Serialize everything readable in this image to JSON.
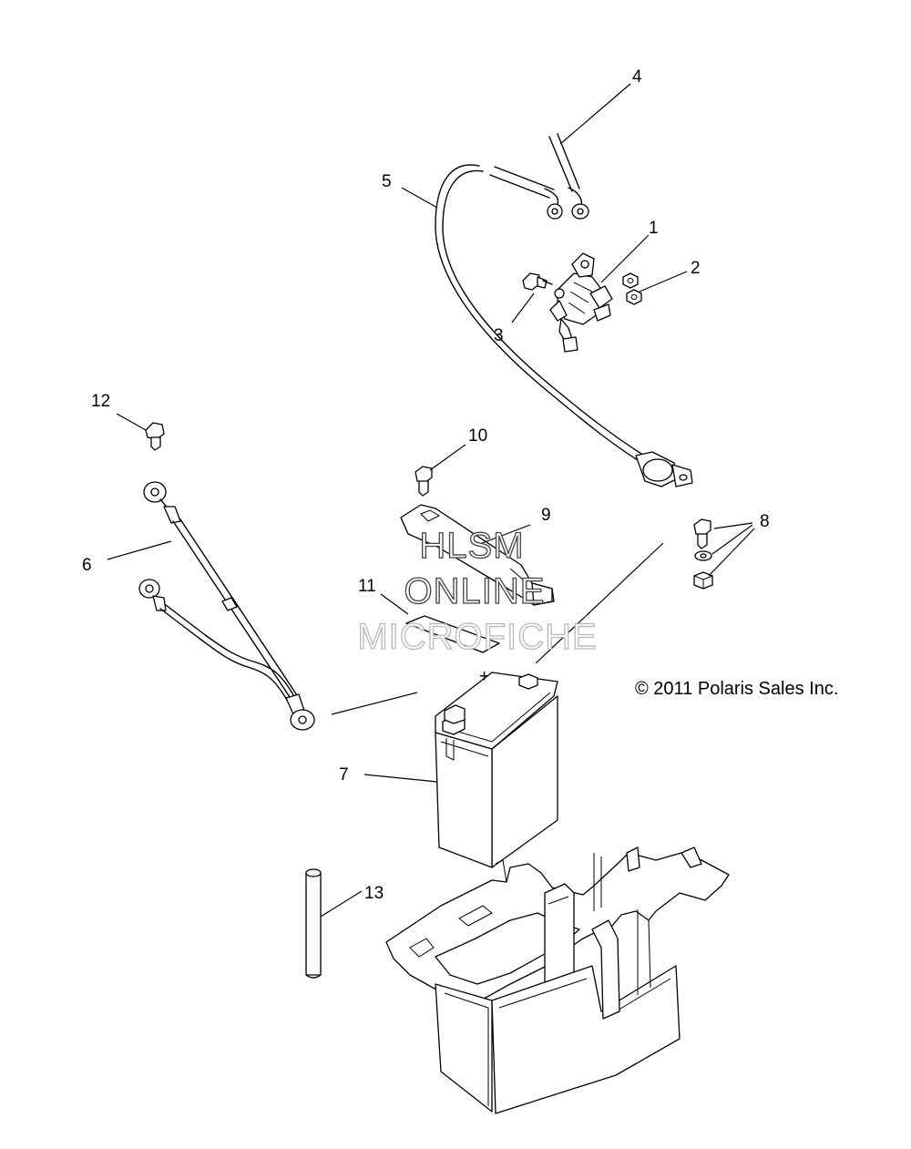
{
  "callouts": {
    "c1": "1",
    "c2": "2",
    "c3": "3",
    "c4": "4",
    "c5": "5",
    "c6": "6",
    "c7": "7",
    "c8": "8",
    "c9": "9",
    "c10": "10",
    "c11": "11",
    "c12": "12",
    "c13": "13"
  },
  "copyright": "© 2011 Polaris Sales Inc.",
  "watermark": {
    "line1": "HLSM",
    "line2": "ONLINE",
    "line3": "MICROFICHE"
  },
  "battery_terminal_label": "+"
}
